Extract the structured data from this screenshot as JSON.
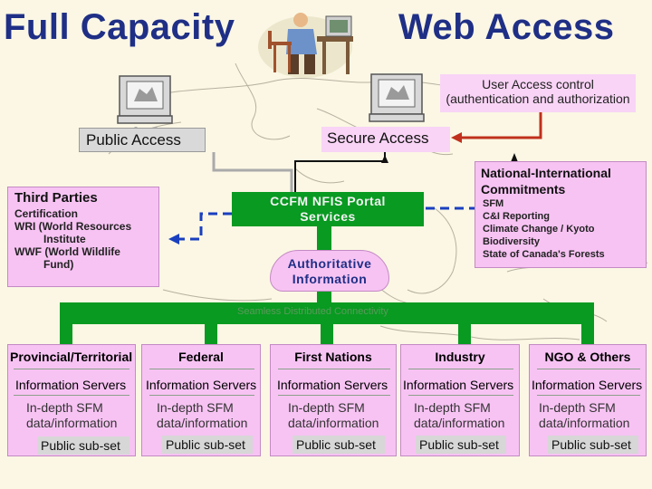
{
  "header": {
    "left_title": "Full Capacity",
    "right_title": "Web Access"
  },
  "access": {
    "public": "Public Access",
    "secure": "Secure Access",
    "user_control_line1": "User Access control",
    "user_control_line2": "(authentication and authorization"
  },
  "third_parties": {
    "title": "Third Parties",
    "lines": [
      "Certification",
      "WRI (World Resources",
      "Institute",
      "WWF (World Wildlife",
      "Fund)"
    ]
  },
  "portal": {
    "line1": "CCFM NFIS Portal",
    "line2": "Services"
  },
  "authoritative": {
    "line1": "Authoritative",
    "line2": "Information"
  },
  "commitments": {
    "title_line1": "National-International",
    "title_line2": "Commitments",
    "lines": [
      "SFM",
      "C&I Reporting",
      "Climate Change / Kyoto",
      "Biodiversity",
      "State of Canada's Forests"
    ]
  },
  "bus_label": "Seamless Distributed Connectivity",
  "columns": [
    {
      "head": "Provincial/Territorial",
      "servers": "Information Servers",
      "detail1": "In-depth SFM",
      "detail2": "data/information",
      "subset": "Public sub-set"
    },
    {
      "head": "Federal",
      "servers": "Information Servers",
      "detail1": "In-depth SFM",
      "detail2": "data/information",
      "subset": "Public sub-set"
    },
    {
      "head": "First Nations",
      "servers": "Information Servers",
      "detail1": "In-depth SFM",
      "detail2": "data/information",
      "subset": "Public sub-set"
    },
    {
      "head": "Industry",
      "servers": "Information Servers",
      "detail1": "In-depth SFM",
      "detail2": "data/information",
      "subset": "Public sub-set"
    },
    {
      "head": "NGO & Others",
      "servers": "Information Servers",
      "detail1": "In-depth SFM",
      "detail2": "data/information",
      "subset": "Public sub-set"
    }
  ],
  "colors": {
    "title": "#1f2f86",
    "pink_box": "#f7c3f3",
    "green": "#089a21",
    "secure_arrow": "#c0301c",
    "blue_dashed": "#1a3fbf"
  }
}
